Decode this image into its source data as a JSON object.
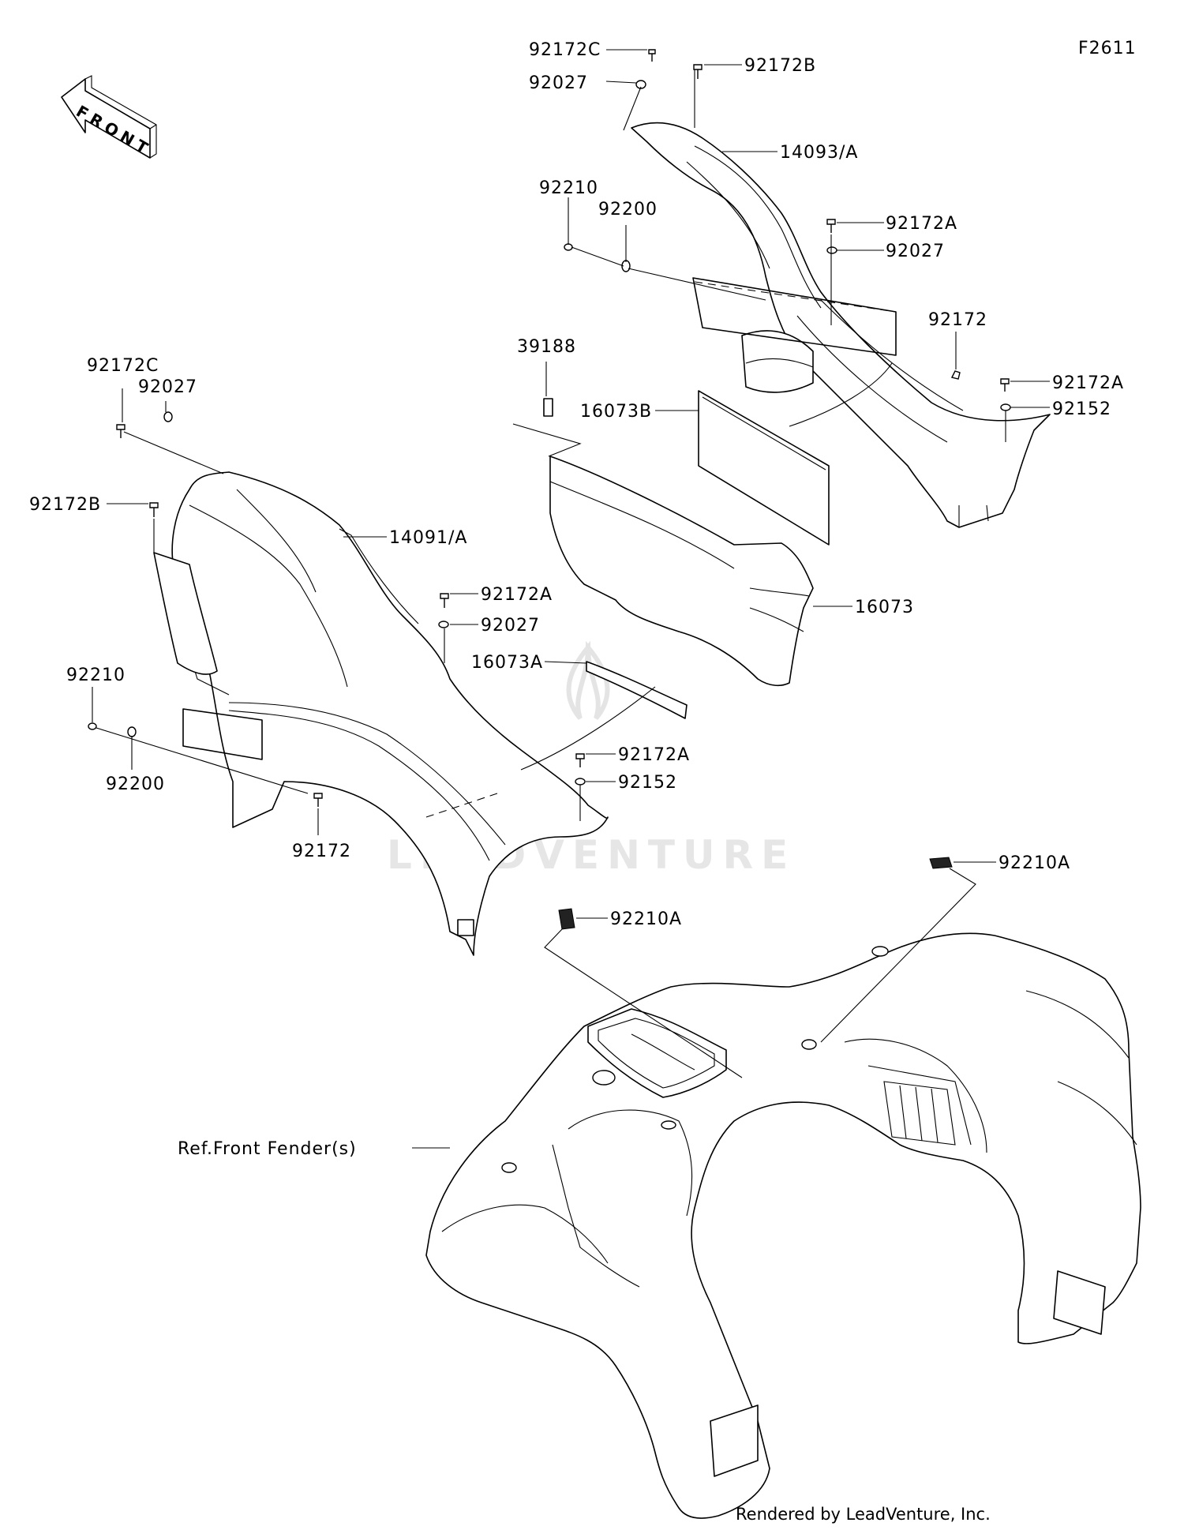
{
  "diagram_code": "F2611",
  "front_arrow_label": "FRONT",
  "watermark": "LEADVENTURE",
  "footer_credit": "Rendered by LeadVenture, Inc.",
  "callouts": {
    "rt_92172C": "92172C",
    "rt_92172B": "92172B",
    "rt_92027_top": "92027",
    "rt_14093A": "14093/A",
    "rt_92210": "92210",
    "rt_92200": "92200",
    "rt_92172A_1": "92172A",
    "rt_92027_mid": "92027",
    "rt_92172": "92172",
    "rt_92172A_2": "92172A",
    "rt_92152": "92152",
    "c_39188": "39188",
    "c_16073B": "16073B",
    "c_16073": "16073",
    "c_16073A": "16073A",
    "c_92172A": "92172A",
    "c_92027": "92027",
    "c_92172A_low": "92172A",
    "c_92152_low": "92152",
    "lf_92172C": "92172C",
    "lf_92027": "92027",
    "lf_92172B": "92172B",
    "lf_14091A": "14091/A",
    "lf_92210": "92210",
    "lf_92200": "92200",
    "lf_92172": "92172",
    "fd_92210A_r": "92210A",
    "fd_92210A_l": "92210A",
    "fd_ref": "Ref.Front Fender(s)"
  }
}
